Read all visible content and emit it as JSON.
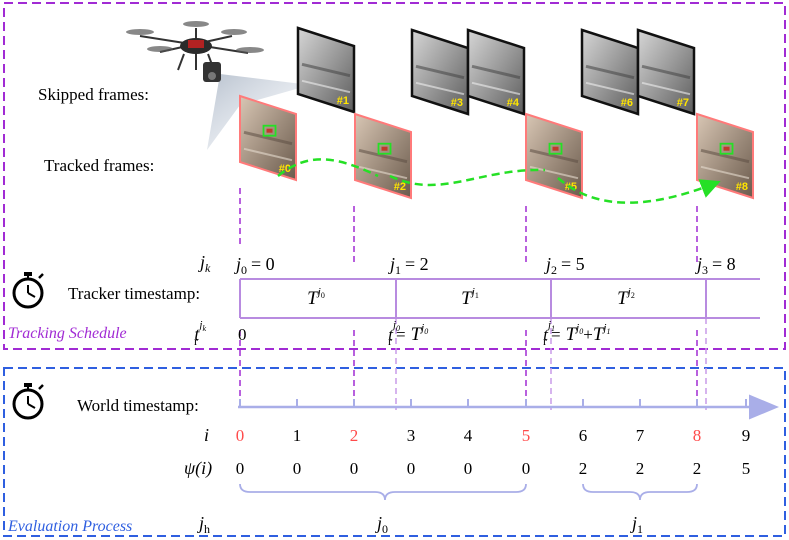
{
  "labels": {
    "skipped_frames": "Skipped frames:",
    "tracked_frames": "Tracked frames:",
    "tracker_timestamp": "Tracker timestamp:",
    "world_timestamp": "World timestamp:",
    "tracking_schedule": "Tracking Schedule",
    "evaluation_process": "Evaluation Process"
  },
  "row_symbols": {
    "jk": {
      "base": "j",
      "sub": "k"
    },
    "tr": {
      "base": "t",
      "sub": "r",
      "sup_base": "j",
      "sup_sub": "k"
    },
    "i": "i",
    "psi": "ψ(i)",
    "jh": {
      "base": "j",
      "sub": "h"
    }
  },
  "frames": {
    "tracked": [
      "#0",
      "#2",
      "#5",
      "#8"
    ],
    "skipped": [
      "#1",
      "#3",
      "#4",
      "#6",
      "#7"
    ]
  },
  "schedule": {
    "jk": [
      {
        "sub": "0",
        "value": "= 0"
      },
      {
        "sub": "1",
        "value": "= 2"
      },
      {
        "sub": "2",
        "value": "= 5"
      },
      {
        "sub": "3",
        "value": "= 8"
      }
    ],
    "durations": [
      {
        "base": "T",
        "sup_base": "j",
        "sup_sub": "0"
      },
      {
        "base": "T",
        "sup_base": "j",
        "sup_sub": "1"
      },
      {
        "base": "T",
        "sup_base": "j",
        "sup_sub": "2"
      }
    ],
    "tr_values": {
      "first": "0",
      "second": {
        "lhs_base": "t",
        "lhs_sub": "r",
        "lhs_sup_base": "j",
        "lhs_sup_sub": "0",
        "eq": "=",
        "rhs_base": "T",
        "rhs_sup_base": "j",
        "rhs_sup_sub": "0"
      },
      "third": {
        "lhs_base": "t",
        "lhs_sub": "r",
        "lhs_sup_base": "j",
        "lhs_sup_sub": "1",
        "eq": "=",
        "rhs1_base": "T",
        "rhs1_sup_sub": "0",
        "plus": "+",
        "rhs2_base": "T",
        "rhs2_sup_sub": "1",
        "sup_base": "j"
      }
    }
  },
  "evaluation": {
    "i": [
      "0",
      "1",
      "2",
      "3",
      "4",
      "5",
      "6",
      "7",
      "8",
      "9"
    ],
    "tracked_indices": [
      0,
      2,
      5,
      8
    ],
    "psi": [
      "0",
      "0",
      "0",
      "0",
      "0",
      "0",
      "2",
      "2",
      "2",
      "5"
    ],
    "jh_groups": [
      {
        "base": "j",
        "sub": "0"
      },
      {
        "base": "j",
        "sub": "1"
      }
    ]
  },
  "colors": {
    "tracking_box": "#a12bd4",
    "evaluation_box": "#2f5fe0",
    "timeline": "#a9aee8",
    "tracker_bar": "#b88be0",
    "highlight": "#ff4b4b",
    "frame_label": "#ffe500",
    "trajectory": "#25e025",
    "tracked_border": "#ff7a7a"
  }
}
